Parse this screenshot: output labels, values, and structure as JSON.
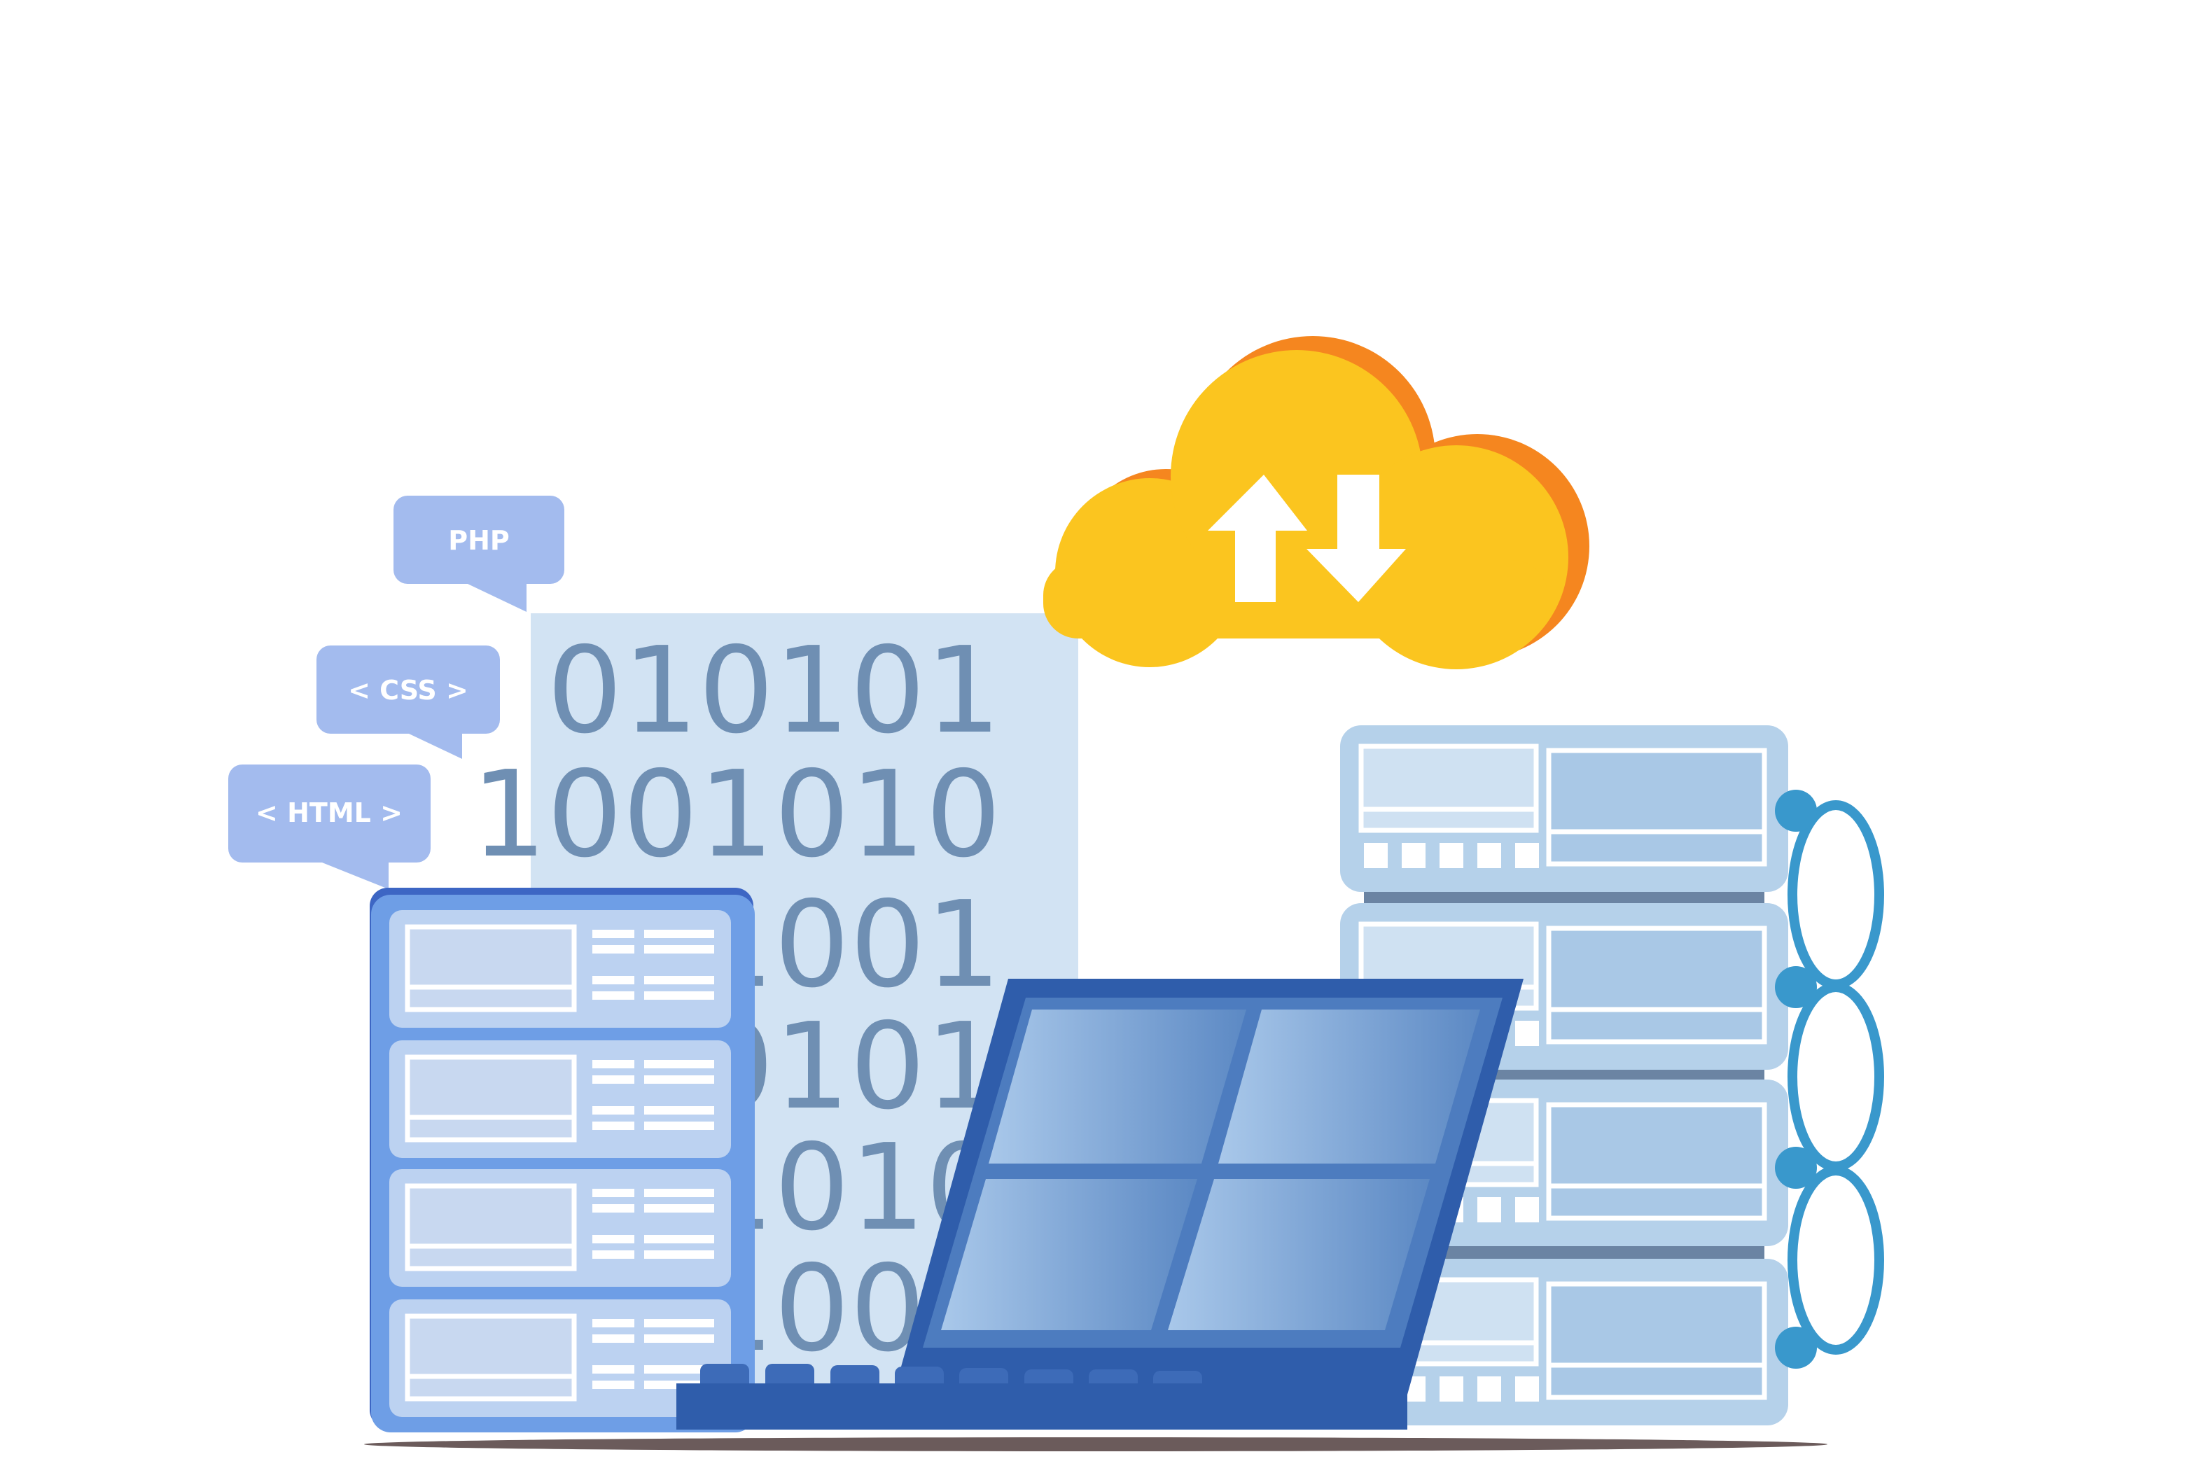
{
  "bubbles": {
    "php": "PHP",
    "css": "< CSS >",
    "html": "< HTML >"
  },
  "binary_rows": [
    "010101",
    "1001010",
    "01001",
    "10101",
    "01010",
    "01001"
  ],
  "icons": {
    "cloud": "cloud-upload-download-icon",
    "arrow_up": "arrow-up-icon",
    "arrow_down": "arrow-down-icon"
  },
  "colors": {
    "cloud_front": "#fbc51f",
    "cloud_back": "#f5861f",
    "bubble": "#a3bbee",
    "document": "#d2e3f3",
    "binary": "#6f8fb3",
    "server_left": "#6e9ee6",
    "server_right": "#b5d1ea",
    "laptop": "#2f5dab",
    "cable": "#3998cc",
    "shadow": "#6b5b5b"
  }
}
